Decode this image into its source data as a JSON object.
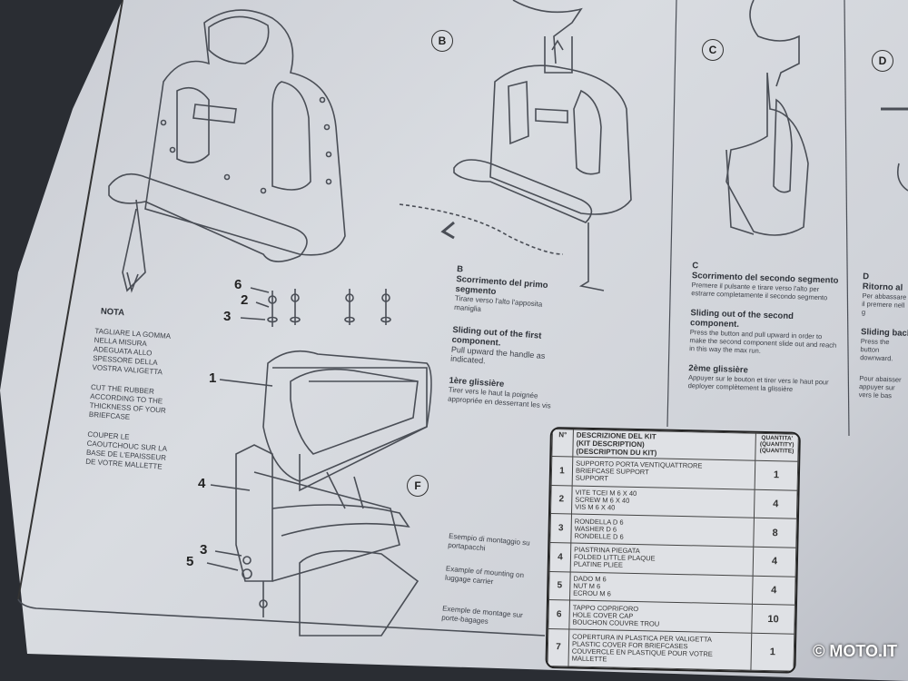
{
  "panels": {
    "b_label": "B",
    "c_label": "C",
    "d_label": "D",
    "f_label": "F"
  },
  "nota": {
    "title": "NOTA",
    "italian": [
      "TAGLIARE LA GOMMA",
      "NELLA MISURA",
      "ADEGUATA ALLO",
      "SPESSORE DELLA",
      "VOSTRA VALIGETTA"
    ],
    "english": [
      "CUT THE RUBBER",
      "ACCORDING TO THE",
      "THICKNESS OF YOUR",
      "BRIEFCASE"
    ],
    "french": [
      "COUPER LE",
      "CAOUTCHOUC SUR LA",
      "BASE DE L'EPAISSEUR",
      "DE VOTRE MALLETTE"
    ]
  },
  "step_b": {
    "letter": "B",
    "it_title": "Scorrimento del primo segmento",
    "it_text": "Tirare verso l'alto l'apposita maniglia",
    "en_title": "Sliding out of the first component.",
    "en_text": "Pull upward the handle as indicated.",
    "fr_title": "1ère glissière",
    "fr_text": "Tirer vers le haut la poignée appropriée en desserrant les vis"
  },
  "step_c": {
    "letter": "C",
    "it_title": "Scorrimento del secondo segmento",
    "it_text": "Premere il pulsante e tirare verso l'alto per estrarre completamente il secondo segmento",
    "en_title": "Sliding out of the second component.",
    "en_text": "Press the button and pull upward in order to make the second component slide out and reach in this way the max run.",
    "fr_title": "2ème glissière",
    "fr_text": "Appuyer sur le bouton et tirer vers le haut pour deployer complètement la glissière"
  },
  "step_d": {
    "letter": "D",
    "it_title": "Ritorno al",
    "it_text": "Per abbassare il premere nell g",
    "en_title": "Sliding back",
    "en_text": "Press the button downward.",
    "fr_text": "Pour abaisser appuyer sur vers le bas"
  },
  "callouts": [
    "6",
    "2",
    "3",
    "1",
    "4",
    "3",
    "5"
  ],
  "mount_example": {
    "it": "Esempio di montaggio su portapacchi",
    "en": "Example of mounting on luggage carrier",
    "fr": "Exemple de montage sur porte-bagages"
  },
  "kit": {
    "header_n": "N°",
    "header_desc": [
      "DESCRIZIONE DEL KIT",
      "(KIT DESCRIPTION)",
      "(DESCRIPTION DU KIT)"
    ],
    "header_qty": [
      "QUANTITA'",
      "(QUANTITY)",
      "(QUANTITE)"
    ],
    "rows": [
      {
        "n": "1",
        "desc": [
          "SUPPORTO PORTA VENTIQUATTRORE",
          "BRIEFCASE SUPPORT",
          "SUPPORT"
        ],
        "qty": "1"
      },
      {
        "n": "2",
        "desc": [
          "VITE TCEI M 6 X 40",
          "SCREW M 6 X 40",
          "VIS M 6 X 40"
        ],
        "qty": "4"
      },
      {
        "n": "3",
        "desc": [
          "RONDELLA D 6",
          "WASHER D 6",
          "RONDELLE D 6"
        ],
        "qty": "8"
      },
      {
        "n": "4",
        "desc": [
          "PIASTRINA PIEGATA",
          "FOLDED LITTLE PLAQUE",
          "PLATINE PLIEE"
        ],
        "qty": "4"
      },
      {
        "n": "5",
        "desc": [
          "DADO M 6",
          "NUT M 6",
          "ECROU M 6"
        ],
        "qty": "4"
      },
      {
        "n": "6",
        "desc": [
          "TAPPO COPRIFORO",
          "HOLE COVER CAP",
          "BOUCHON COUVRE TROU"
        ],
        "qty": "10"
      },
      {
        "n": "7",
        "desc": [
          "COPERTURA IN PLASTICA PER VALIGETTA",
          "PLASTIC COVER FOR BRIEFCASES",
          "COUVERCLE EN PLASTIQUE POUR VOTRE MALLETTE"
        ],
        "qty": "1"
      }
    ]
  },
  "watermark": "© MOTO.IT"
}
